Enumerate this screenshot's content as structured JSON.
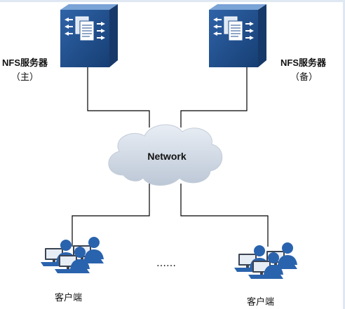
{
  "diagram": {
    "network_label": "Network",
    "server_primary": {
      "name": "NFS服务器",
      "role": "（主）"
    },
    "server_backup": {
      "name": "NFS服务器",
      "role": "（备）"
    },
    "client_label_left": "客户端",
    "client_label_right": "客户端",
    "ellipsis": "……",
    "colors": {
      "server_front": "#1f4f8f",
      "server_side": "#1a3f75",
      "server_top": "#6f9ad0",
      "cloud": "#d3dbe6",
      "cloud_shadow": "#b7c2d2",
      "user": "#2a63ad",
      "monitor": "#3b4452",
      "line": "#000000"
    }
  }
}
